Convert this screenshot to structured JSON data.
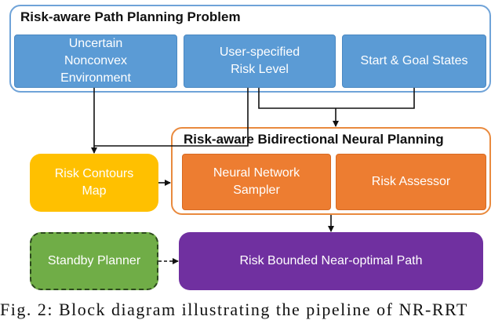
{
  "top_group": {
    "title": "Risk-aware Path Planning Problem",
    "items": [
      "Uncertain Nonconvex Environment",
      "User-specified Risk Level",
      "Start & Goal States"
    ]
  },
  "mid_group": {
    "title": "Risk-aware Bidirectional Neural Planning",
    "items": [
      "Neural Network Sampler",
      "Risk Assessor"
    ]
  },
  "risk_contours_map": "Risk Contours Map",
  "standby_planner": "Standby Planner",
  "output_path": "Risk Bounded Near-optimal Path",
  "caption": "Fig. 2: Block diagram illustrating the pipeline of NR-RRT",
  "colors": {
    "blue": "#5b9bd5",
    "orange": "#ed7d31",
    "yellow": "#ffc000",
    "green": "#70ad47",
    "purple": "#7030a0"
  }
}
